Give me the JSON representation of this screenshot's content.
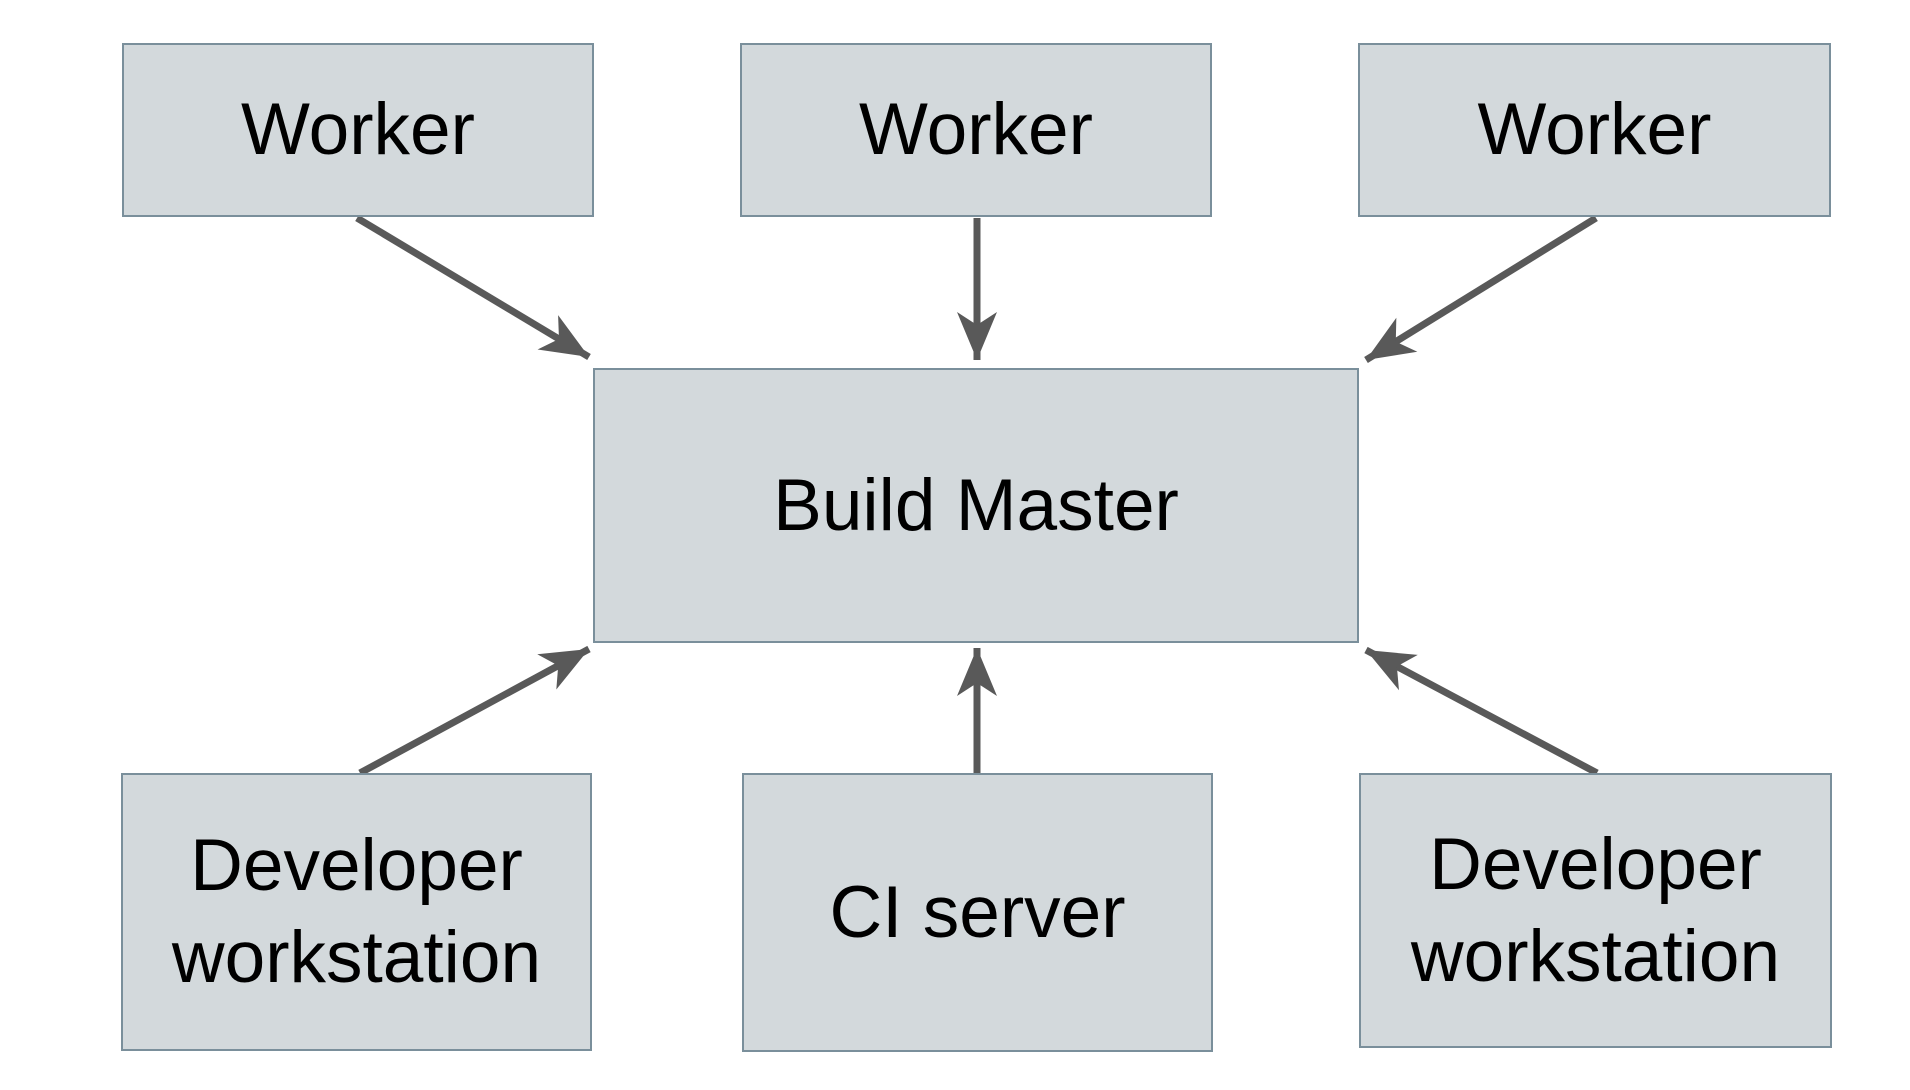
{
  "diagram": {
    "background": "#ffffff",
    "colors": {
      "node_fill": "#d3d9dc",
      "node_border": "#7a8f9b",
      "arrow": "#595959",
      "text": "#000000"
    },
    "nodes": {
      "worker_left": {
        "label": "Worker"
      },
      "worker_center": {
        "label": "Worker"
      },
      "worker_right": {
        "label": "Worker"
      },
      "build_master": {
        "label": "Build Master"
      },
      "dev_workstation_left": {
        "label": "Developer workstation"
      },
      "ci_server": {
        "label": "CI server"
      },
      "dev_workstation_right": {
        "label": "Developer workstation"
      }
    },
    "edges": [
      {
        "from": "worker_left",
        "to": "build_master"
      },
      {
        "from": "worker_center",
        "to": "build_master"
      },
      {
        "from": "worker_right",
        "to": "build_master"
      },
      {
        "from": "dev_workstation_left",
        "to": "build_master"
      },
      {
        "from": "ci_server",
        "to": "build_master"
      },
      {
        "from": "dev_workstation_right",
        "to": "build_master"
      }
    ]
  }
}
